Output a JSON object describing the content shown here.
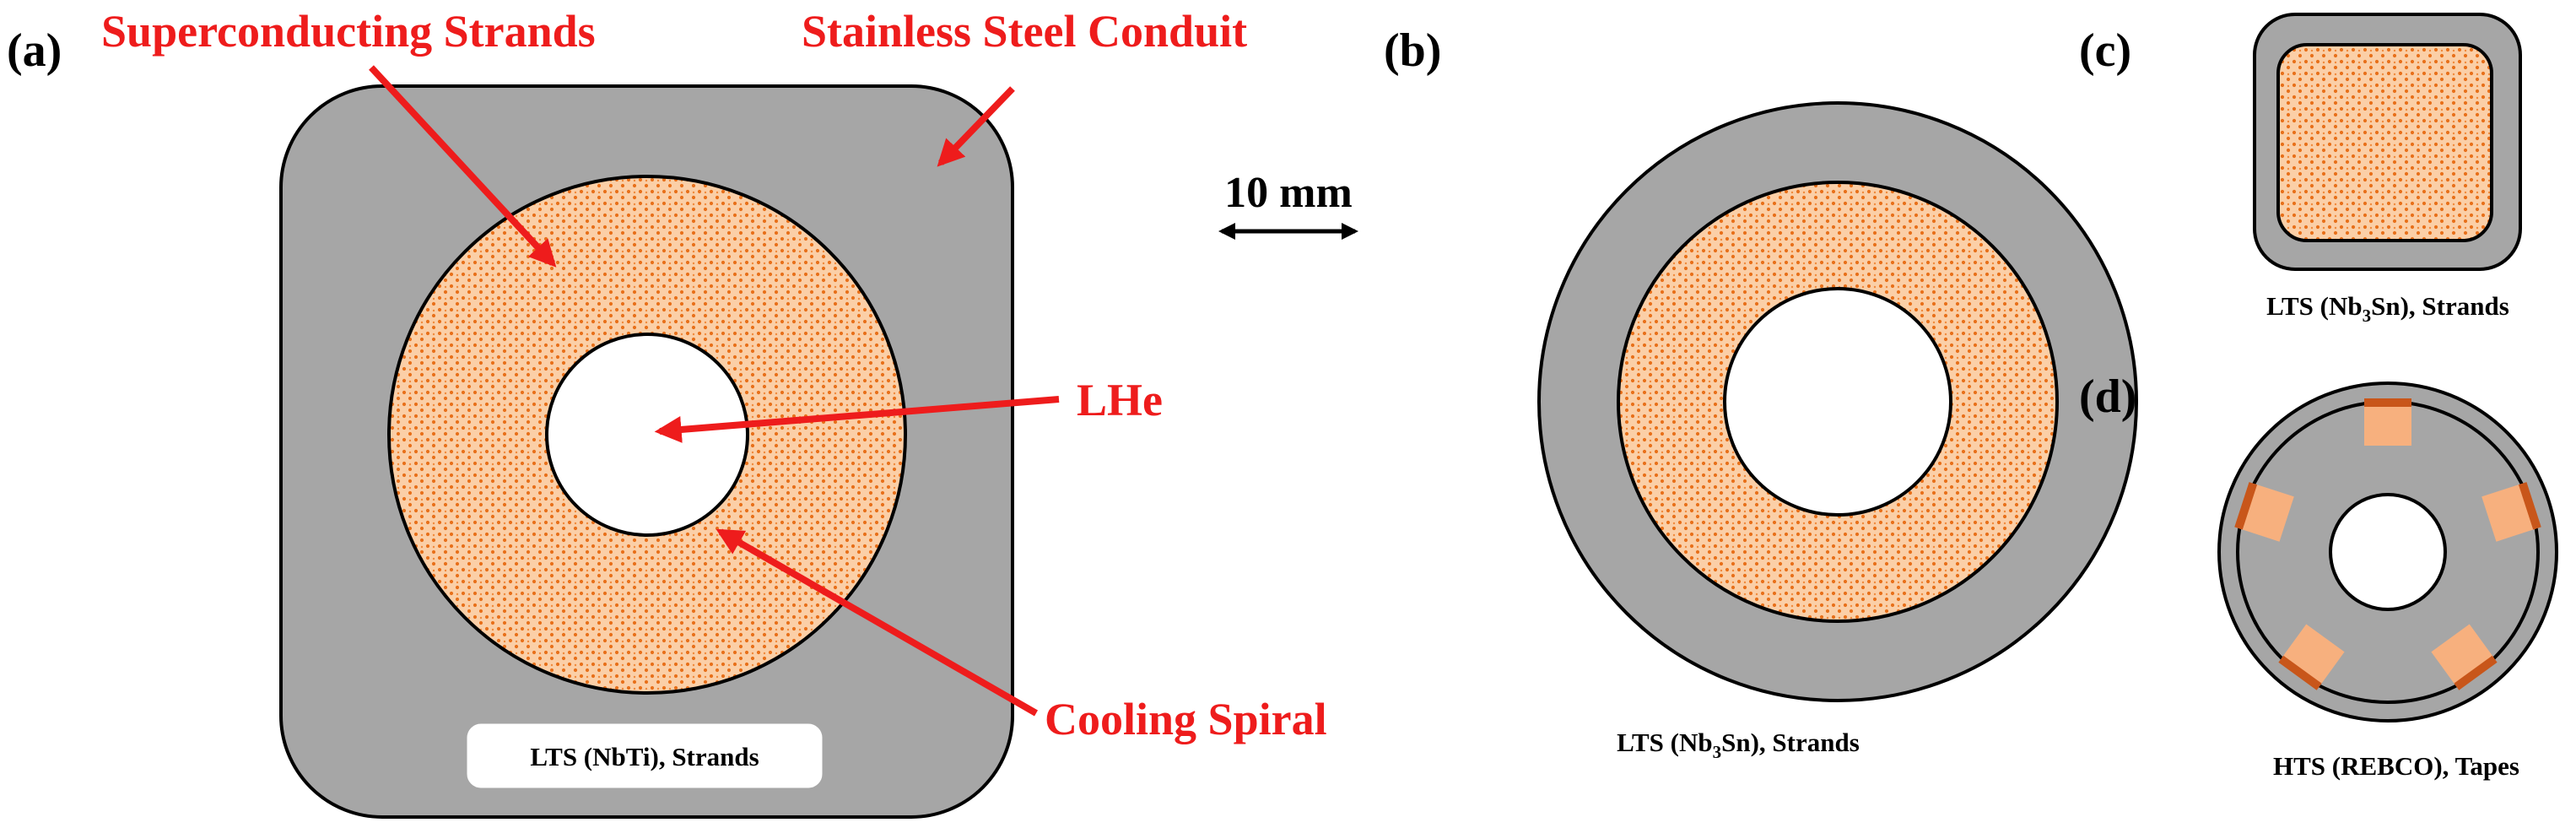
{
  "colors": {
    "conduit_gray": "#a6a6a6",
    "strand_fill": "#fbcfa7",
    "strand_dot": "#e8701a",
    "annotation_red": "#ee1c1c",
    "tape_fill": "#f7b07e",
    "tape_edge": "#c8561a"
  },
  "panels": {
    "a": {
      "label": "(a)",
      "caption": "LTS (NbTi), Strands"
    },
    "b": {
      "label": "(b)",
      "caption_prefix": "LTS (Nb",
      "caption_sub": "3",
      "caption_suffix": "Sn), Strands"
    },
    "c": {
      "label": "(c)",
      "caption_prefix": "LTS (Nb",
      "caption_sub": "3",
      "caption_suffix": "Sn), Strands"
    },
    "d": {
      "label": "(d)",
      "caption": "HTS (REBCO), Tapes"
    }
  },
  "annotations": {
    "superconducting_strands": "Superconducting Strands",
    "stainless_steel_conduit": "Stainless Steel Conduit",
    "lhe": "LHe",
    "cooling_spiral": "Cooling Spiral"
  },
  "scale_bar": {
    "label": "10 mm"
  }
}
